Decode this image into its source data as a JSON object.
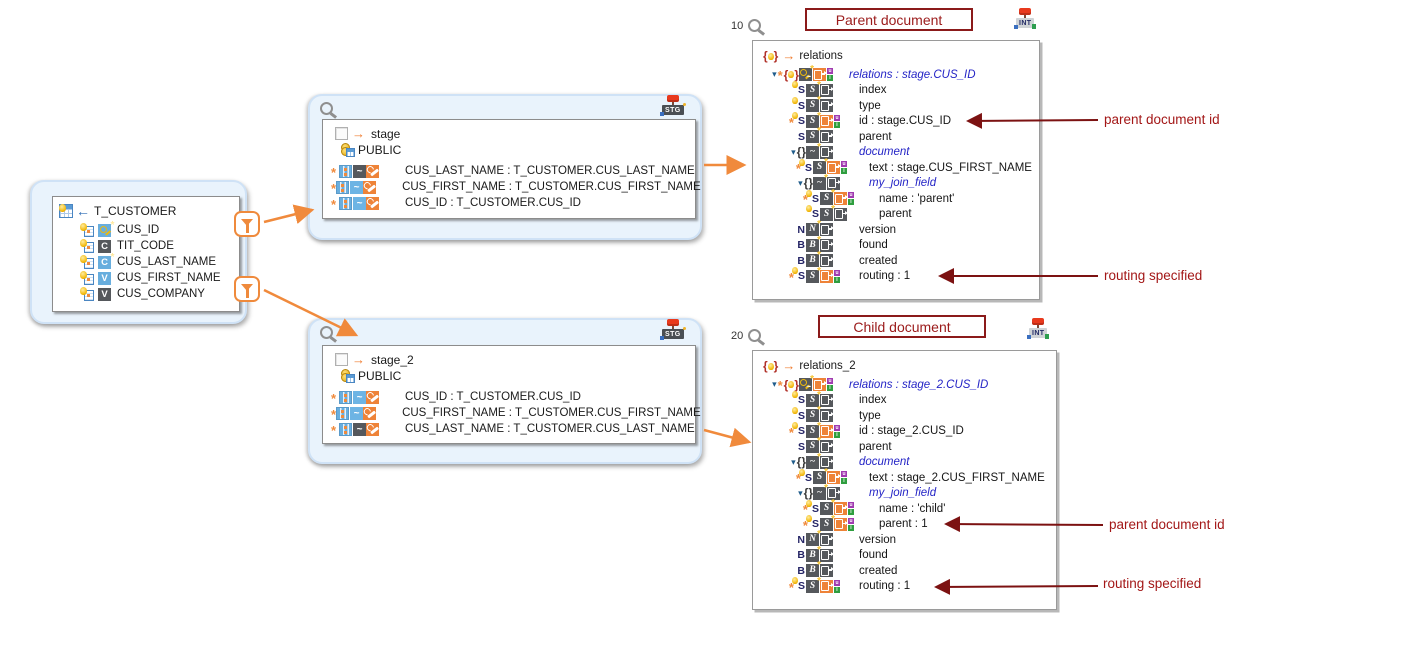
{
  "colors": {
    "orange": "#ef8a3c",
    "dark_red": "#8b1a1a",
    "annotation_red": "#a31717",
    "link_blue": "#2424c6",
    "tile_gray": "#55585c",
    "tile_blue": "#68aede",
    "card_bg": "#e9f3fc"
  },
  "customer_table": {
    "title": "T_CUSTOMER",
    "columns": [
      {
        "name": "CUS_ID",
        "key": true,
        "star": true,
        "dark": false,
        "letter": ""
      },
      {
        "name": "TIT_CODE",
        "key": false,
        "star": false,
        "dark": true,
        "letter": "C"
      },
      {
        "name": "CUS_LAST_NAME",
        "key": false,
        "star": true,
        "dark": false,
        "letter": "C"
      },
      {
        "name": "CUS_FIRST_NAME",
        "key": false,
        "star": false,
        "dark": false,
        "letter": "V"
      },
      {
        "name": "CUS_COMPANY",
        "key": false,
        "star": false,
        "dark": true,
        "letter": "V"
      }
    ]
  },
  "stages": [
    {
      "name": "stage",
      "schema": "PUBLIC",
      "badge": "STG",
      "fields": [
        {
          "text": "CUS_LAST_NAME : T_CUSTOMER.CUS_LAST_NAME",
          "tilde": "dark"
        },
        {
          "text": "CUS_FIRST_NAME : T_CUSTOMER.CUS_FIRST_NAME",
          "tilde": "blue"
        },
        {
          "text": "CUS_ID : T_CUSTOMER.CUS_ID",
          "tilde": "blue"
        }
      ]
    },
    {
      "name": "stage_2",
      "schema": "PUBLIC",
      "badge": "STG",
      "fields": [
        {
          "text": "CUS_ID : T_CUSTOMER.CUS_ID",
          "tilde": "blue"
        },
        {
          "text": "CUS_FIRST_NAME : T_CUSTOMER.CUS_FIRST_NAME",
          "tilde": "blue"
        },
        {
          "text": "CUS_LAST_NAME : T_CUSTOMER.CUS_LAST_NAME",
          "tilde": "dark"
        }
      ]
    }
  ],
  "documents": [
    {
      "zoom_label": "10",
      "title": "Parent document",
      "badge": "INT",
      "root": "relations",
      "rows": [
        {
          "label": "relations : stage.CUS_ID",
          "depth": 0,
          "kind": "root-mapped",
          "em": true
        },
        {
          "label": "index",
          "depth": 1,
          "kind": "s-bulb"
        },
        {
          "label": "type",
          "depth": 1,
          "kind": "s-bulb"
        },
        {
          "label": "id : stage.CUS_ID",
          "depth": 1,
          "kind": "s-mapped"
        },
        {
          "label": "parent",
          "depth": 1,
          "kind": "s-plain"
        },
        {
          "label": "document",
          "depth": 1,
          "kind": "object",
          "em": true
        },
        {
          "label": "text : stage.CUS_FIRST_NAME",
          "depth": 2,
          "kind": "s-mapped"
        },
        {
          "label": "my_join_field",
          "depth": 2,
          "kind": "object",
          "em": true
        },
        {
          "label": "name : 'parent'",
          "depth": 3,
          "kind": "s-mapped"
        },
        {
          "label": "parent",
          "depth": 3,
          "kind": "s-bulb"
        },
        {
          "label": "version",
          "depth": 1,
          "kind": "n-plain"
        },
        {
          "label": "found",
          "depth": 1,
          "kind": "b-plain"
        },
        {
          "label": "created",
          "depth": 1,
          "kind": "b-plain"
        },
        {
          "label": "routing : 1",
          "depth": 1,
          "kind": "s-mapped"
        }
      ]
    },
    {
      "zoom_label": "20",
      "title": "Child document",
      "badge": "INT",
      "root": "relations_2",
      "rows": [
        {
          "label": "relations : stage_2.CUS_ID",
          "depth": 0,
          "kind": "root-mapped",
          "em": true
        },
        {
          "label": "index",
          "depth": 1,
          "kind": "s-bulb"
        },
        {
          "label": "type",
          "depth": 1,
          "kind": "s-bulb"
        },
        {
          "label": "id : stage_2.CUS_ID",
          "depth": 1,
          "kind": "s-mapped"
        },
        {
          "label": "parent",
          "depth": 1,
          "kind": "s-plain"
        },
        {
          "label": "document",
          "depth": 1,
          "kind": "object",
          "em": true
        },
        {
          "label": "text : stage_2.CUS_FIRST_NAME",
          "depth": 2,
          "kind": "s-mapped"
        },
        {
          "label": "my_join_field",
          "depth": 2,
          "kind": "object",
          "em": true
        },
        {
          "label": "name : 'child'",
          "depth": 3,
          "kind": "s-mapped"
        },
        {
          "label": "parent : 1",
          "depth": 3,
          "kind": "s-mapped"
        },
        {
          "label": "version",
          "depth": 1,
          "kind": "n-plain"
        },
        {
          "label": "found",
          "depth": 1,
          "kind": "b-plain"
        },
        {
          "label": "created",
          "depth": 1,
          "kind": "b-plain"
        },
        {
          "label": "routing : 1",
          "depth": 1,
          "kind": "s-mapped"
        }
      ]
    }
  ],
  "annotations": [
    {
      "text": "parent document id"
    },
    {
      "text": "routing specified"
    },
    {
      "text": "parent document id"
    },
    {
      "text": "routing specified"
    }
  ]
}
